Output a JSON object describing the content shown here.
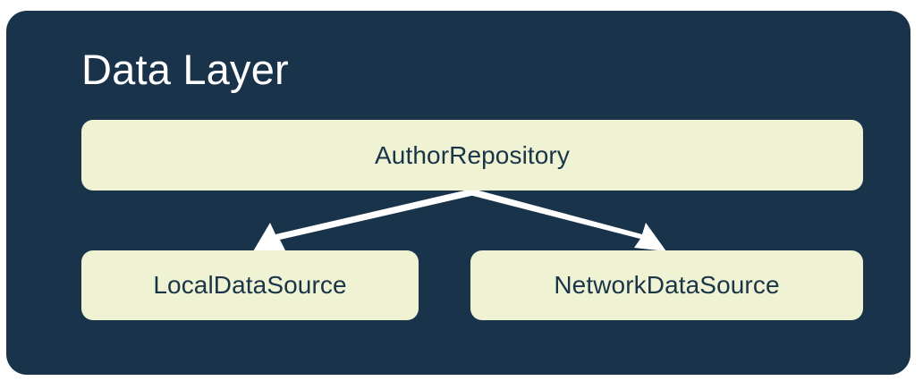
{
  "diagram": {
    "title": "Data Layer",
    "colors": {
      "container_bg": "#19344a",
      "node_bg": "#eff3d4",
      "node_text": "#1a3448",
      "title_text": "#ffffff",
      "arrow": "#ffffff",
      "page_bg": "#ffffff"
    },
    "nodes": [
      {
        "id": "repository",
        "label": "AuthorRepository"
      },
      {
        "id": "local",
        "label": "LocalDataSource"
      },
      {
        "id": "network",
        "label": "NetworkDataSource"
      }
    ],
    "edges": [
      {
        "from": "repository",
        "to": "local",
        "style": "solid-arrow"
      },
      {
        "from": "repository",
        "to": "network",
        "style": "solid-arrow"
      }
    ]
  }
}
